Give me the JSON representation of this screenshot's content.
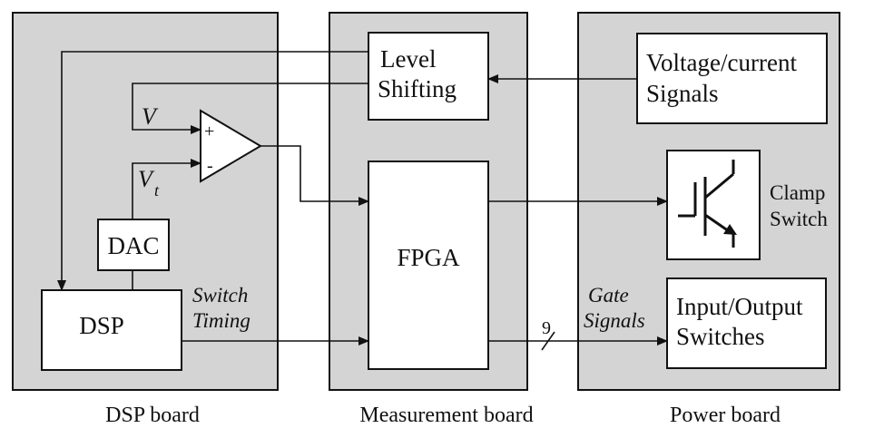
{
  "colors": {
    "board_fill": "#d4d4d4",
    "line": "#111111",
    "box_fill": "#ffffff"
  },
  "boards": {
    "dsp": {
      "label": "DSP board"
    },
    "measurement": {
      "label": "Measurement board"
    },
    "power": {
      "label": "Power board"
    }
  },
  "blocks": {
    "level_shifting": {
      "line1": "Level",
      "line2": "Shifting"
    },
    "voltage_current": {
      "line1": "Voltage/current",
      "line2": "Signals"
    },
    "fpga": {
      "label": "FPGA"
    },
    "dac": {
      "label": "DAC"
    },
    "dsp": {
      "label": "DSP"
    },
    "io_switches": {
      "line1": "Input/Output",
      "line2": "Switches"
    },
    "clamp_switch": {
      "line1": "Clamp",
      "line2": "Switch"
    }
  },
  "comparator": {
    "plus": "+",
    "minus": "-",
    "input_v": "V",
    "input_vt": "V",
    "input_vt_sub": "t"
  },
  "signals": {
    "switch_timing": {
      "line1": "Switch",
      "line2": "Timing"
    },
    "gate_signals": {
      "line1": "Gate",
      "line2": "Signals"
    },
    "bus_width": "9"
  },
  "icons": {
    "clamp_switch": "igbt-icon",
    "comparator": "op-amp-icon"
  }
}
